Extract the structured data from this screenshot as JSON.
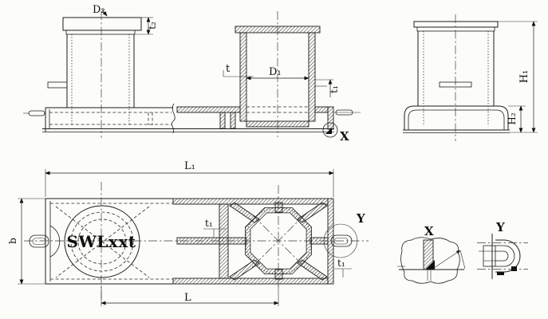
{
  "labels": {
    "front": {
      "d2": "D₂",
      "t2": "t₂",
      "t": "t",
      "d1": "D₁",
      "t1": "t₁",
      "x_ref": "X"
    },
    "side": {
      "h1": "H₁",
      "h2": "H₂"
    },
    "plan": {
      "l1": "L₁",
      "l": "L",
      "b": "b",
      "swl": "SWLxxt",
      "t1_web": "t₁",
      "t1_end": "t₁",
      "y_ref": "Y"
    },
    "details": {
      "x_title": "X",
      "y_title": "Y"
    }
  },
  "colors": {
    "line": "#1c1c1c",
    "paper": "#fcfcf9",
    "hatch": "#3a3a3a"
  }
}
